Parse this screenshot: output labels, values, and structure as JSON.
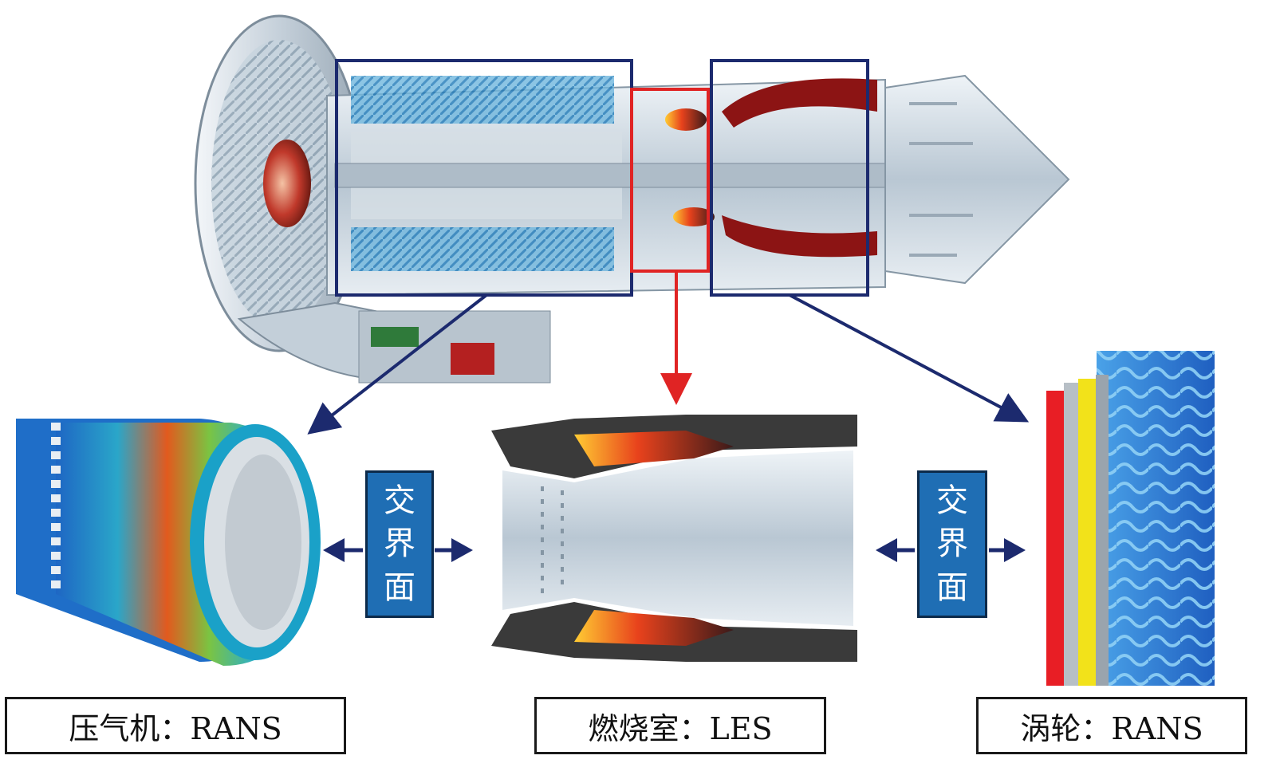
{
  "captions": {
    "compressor": "压气机：RANS",
    "combustor": "燃烧室：LES",
    "turbine": "涡轮：RANS"
  },
  "interface": {
    "chars": [
      "交",
      "界",
      "面"
    ]
  },
  "colors": {
    "section_box_blue": "#1c2a6e",
    "section_box_red": "#e02424",
    "interface_fill": "#1f6eb4"
  }
}
